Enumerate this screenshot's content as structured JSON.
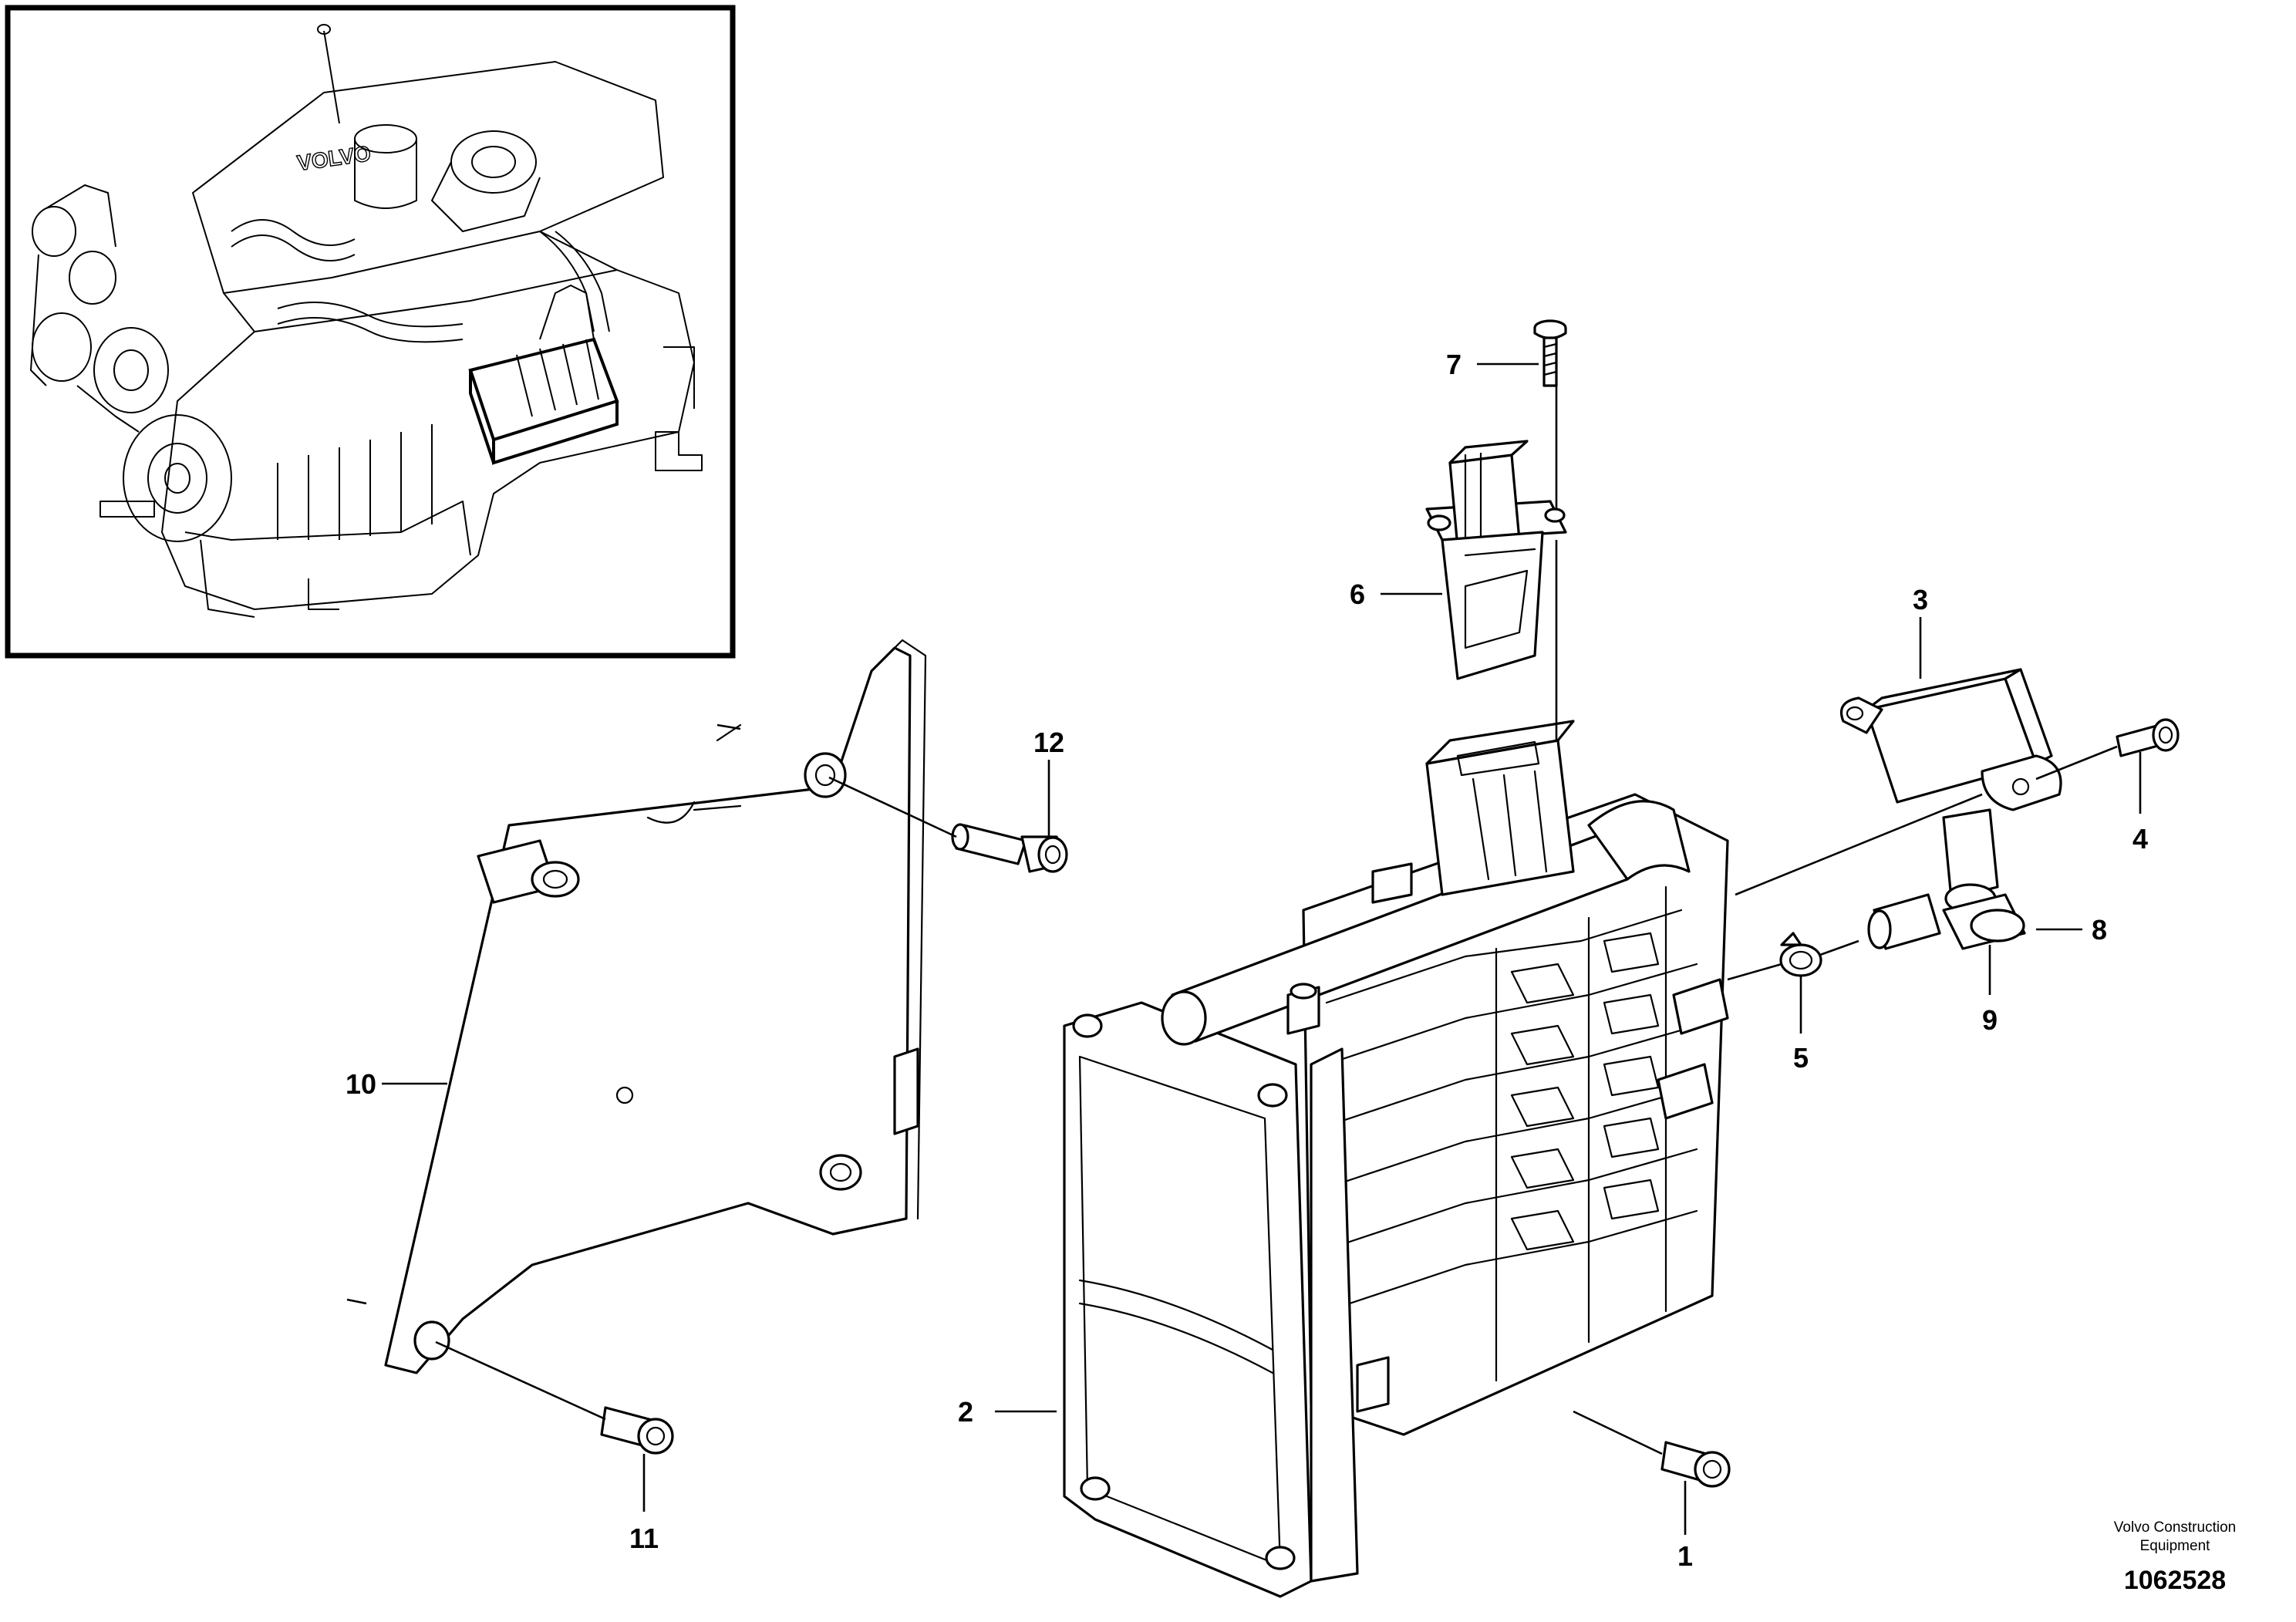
{
  "diagram": {
    "callouts": [
      {
        "id": "c1",
        "label": "1"
      },
      {
        "id": "c2",
        "label": "2"
      },
      {
        "id": "c3",
        "label": "3"
      },
      {
        "id": "c4",
        "label": "4"
      },
      {
        "id": "c5",
        "label": "5"
      },
      {
        "id": "c6",
        "label": "6"
      },
      {
        "id": "c7",
        "label": "7"
      },
      {
        "id": "c8",
        "label": "8"
      },
      {
        "id": "c9",
        "label": "9"
      },
      {
        "id": "c10",
        "label": "10"
      },
      {
        "id": "c11",
        "label": "11"
      },
      {
        "id": "c12",
        "label": "12"
      }
    ],
    "credit_line1": "Volvo Construction",
    "credit_line2": "Equipment",
    "drawing_number": "1062528",
    "inset_logo_text": "VOLVO"
  },
  "colors": {
    "line": "#000000",
    "background": "#ffffff"
  }
}
